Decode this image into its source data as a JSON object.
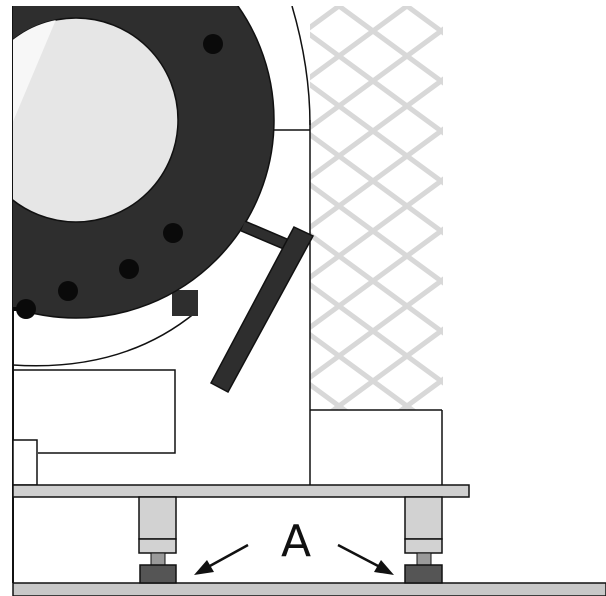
{
  "diagram": {
    "label_text": "A",
    "colors": {
      "outline": "#111111",
      "door_ring": "#2e2e2e",
      "glass": "#e6e6e6",
      "glass_highlight": "#f7f7f7",
      "foot_metal": "#d2d2d2",
      "foot_pad": "#555555",
      "floor": "#c8c8c8",
      "base_plate": "#cfcfcf",
      "mesh_line": "#d8d8d8",
      "background": "#ffffff"
    },
    "icons": [
      "arrow-left-down",
      "arrow-right-down"
    ]
  }
}
